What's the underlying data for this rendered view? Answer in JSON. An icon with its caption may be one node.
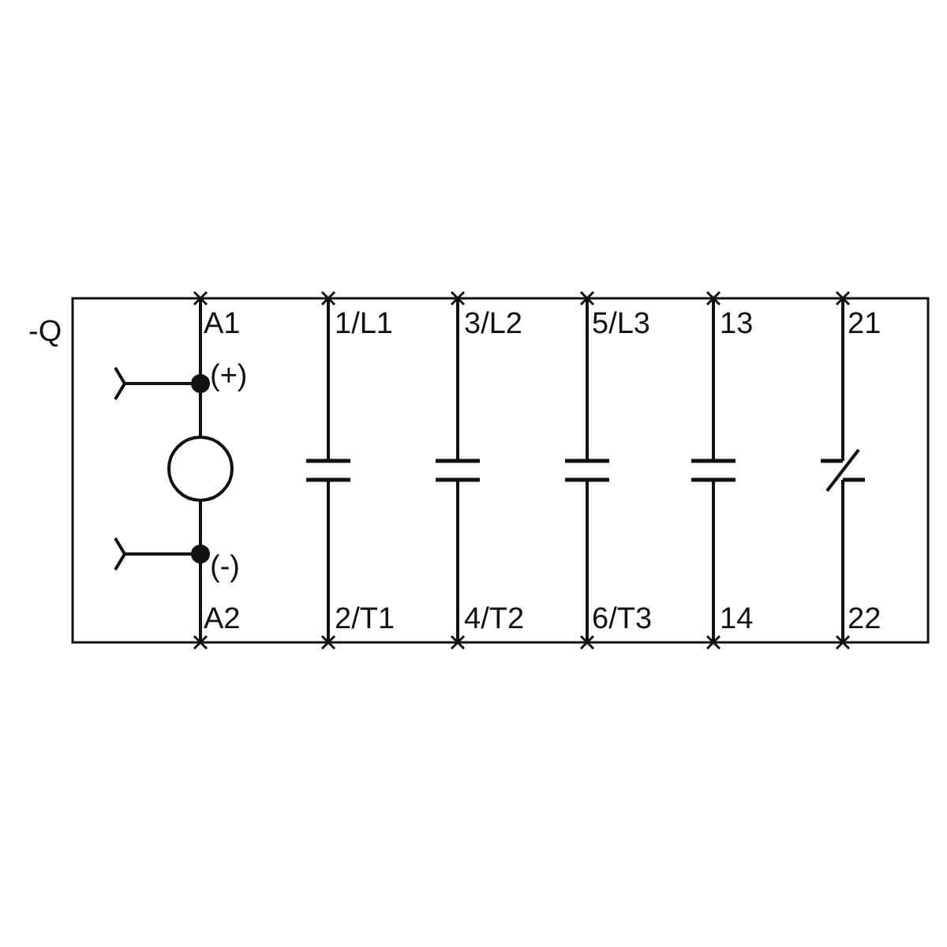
{
  "diagram": {
    "labels": [
      "-Q",
      "A1",
      "1/L1",
      "3/L2",
      "5/L3",
      "13",
      "21",
      "(+)",
      "(-)",
      "A2",
      "2/T1",
      "4/T2",
      "6/T3",
      "14",
      "22"
    ]
  }
}
